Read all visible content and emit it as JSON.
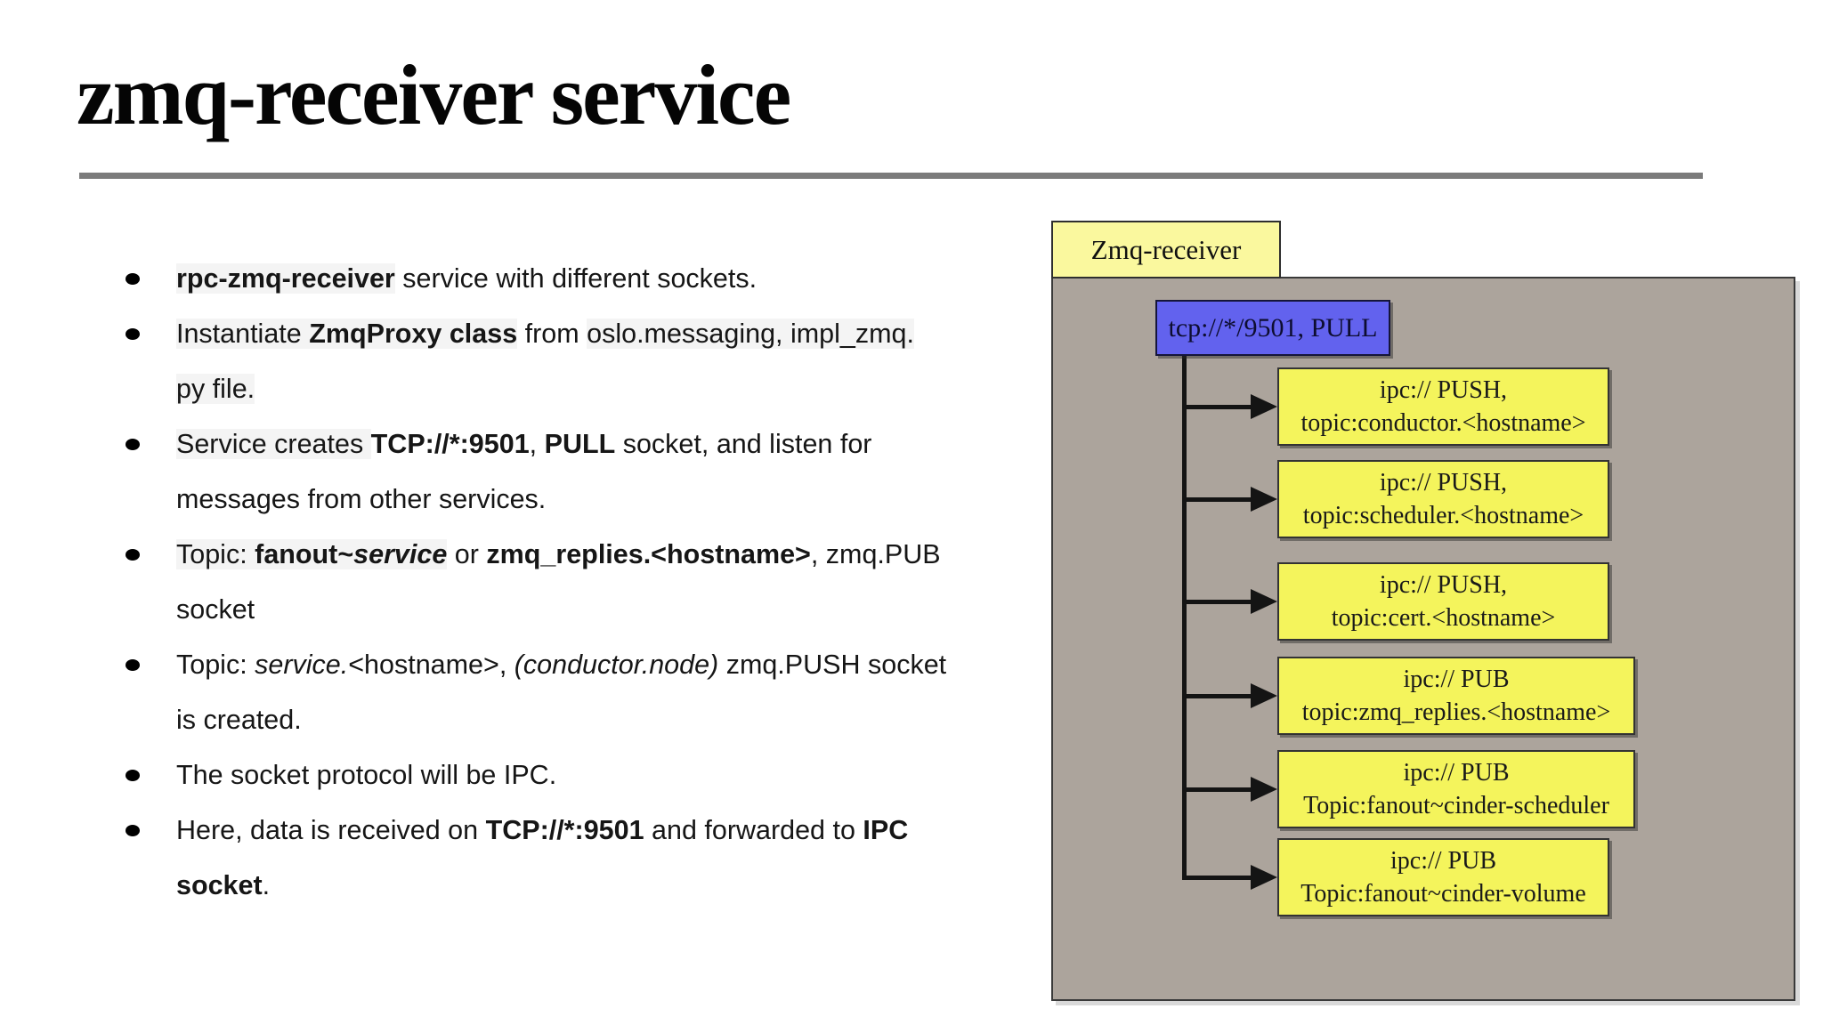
{
  "slide": {
    "title": "zmq-receiver service",
    "bullets": [
      {
        "lines": [
          [
            {
              "t": "rpc-zmq-receiver",
              "b": true,
              "hl": true
            },
            {
              "t": " service with different sockets."
            }
          ]
        ]
      },
      {
        "lines": [
          [
            {
              "t": "Instantiate ",
              "hl": true
            },
            {
              "t": "ZmqProxy class",
              "b": true,
              "hl": true
            },
            {
              "t": " from "
            },
            {
              "t": "oslo.messaging, impl_zmq.",
              "hl": true
            }
          ],
          [
            {
              "t": "py file.",
              "hl": true
            }
          ]
        ]
      },
      {
        "lines": [
          [
            {
              "t": "Service creates ",
              "hl": true
            },
            {
              "t": "TCP://*:9501",
              "b": true
            },
            {
              "t": ", "
            },
            {
              "t": "PULL",
              "b": true
            },
            {
              "t": " socket, and listen for"
            }
          ],
          [
            {
              "t": "messages from other services."
            }
          ]
        ]
      },
      {
        "lines": [
          [
            {
              "t": "Topic: ",
              "hl": true
            },
            {
              "t": "fanout~",
              "b": true,
              "hl": true
            },
            {
              "t": "service",
              "b": true,
              "i": true,
              "hl": true
            },
            {
              "t": " or "
            },
            {
              "t": "zmq_replies.<hostname>",
              "b": true
            },
            {
              "t": ", zmq.PUB"
            }
          ],
          [
            {
              "t": "socket"
            }
          ]
        ]
      },
      {
        "lines": [
          [
            {
              "t": "Topic: "
            },
            {
              "t": "service.",
              "i": true
            },
            {
              "t": "<hostname>, "
            },
            {
              "t": "(conductor.node)",
              "i": true
            },
            {
              "t": " zmq.PUSH socket"
            }
          ],
          [
            {
              "t": "is created."
            }
          ]
        ]
      },
      {
        "lines": [
          [
            {
              "t": "The socket protocol will be IPC."
            }
          ]
        ]
      },
      {
        "lines": [
          [
            {
              "t": "Here, data is received on "
            },
            {
              "t": "TCP://*:9501",
              "b": true
            },
            {
              "t": " and forwarded to "
            },
            {
              "t": "IPC",
              "b": true
            }
          ],
          [
            {
              "t": "socket",
              "b": true
            },
            {
              "t": "."
            }
          ]
        ]
      }
    ]
  },
  "diagram": {
    "tab_label": "Zmq-receiver",
    "root_label": "tcp://*/9501, PULL",
    "boxes": [
      {
        "line1": "ipc:// PUSH,",
        "line2": "topic:conductor.<hostname>"
      },
      {
        "line1": "ipc:// PUSH,",
        "line2": "topic:scheduler.<hostname>"
      },
      {
        "line1": "ipc:// PUSH,",
        "line2": "topic:cert.<hostname>"
      },
      {
        "line1": "ipc:// PUB",
        "line2": "topic:zmq_replies.<hostname>"
      },
      {
        "line1": "ipc:// PUB",
        "line2": "Topic:fanout~cinder-scheduler"
      },
      {
        "line1": "ipc:// PUB",
        "line2": "Topic:fanout~cinder-volume"
      }
    ],
    "colors": {
      "tab_bg": "#FAF89E",
      "box_bg": "#F4F45C",
      "root_bg": "#6262EE",
      "body_bg": "#ACA49C",
      "rule": "#7B7B7B"
    }
  }
}
